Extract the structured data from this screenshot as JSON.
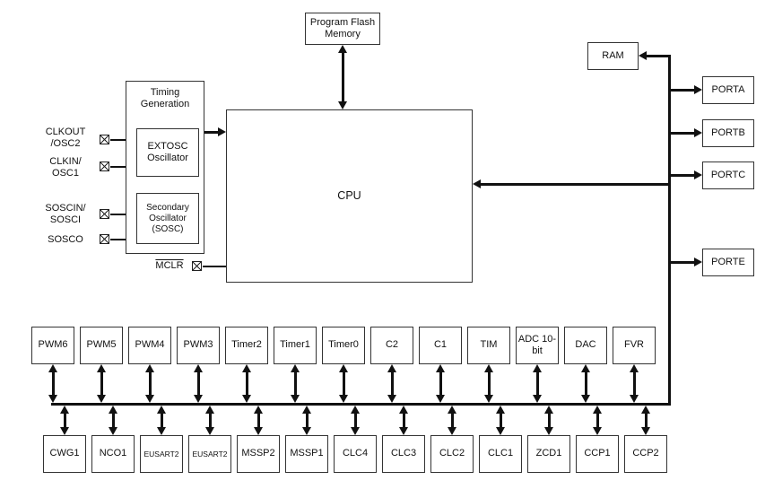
{
  "blocks": {
    "flash": "Program Flash Memory",
    "ram": "RAM",
    "cpu": "CPU",
    "timing_generation": "Timing Generation",
    "extosc": "EXTOSC Oscillator",
    "secondary_osc": "Secondary Oscillator (SOSC)",
    "mclr": "MCLR"
  },
  "ports": [
    {
      "label": "PORTA"
    },
    {
      "label": "PORTB"
    },
    {
      "label": "PORTC"
    },
    {
      "label": "PORTE"
    }
  ],
  "pin_labels": [
    {
      "label": "CLKOUT /OSC2"
    },
    {
      "label": "CLKIN/ OSC1"
    },
    {
      "label": "SOSCIN/ SOSCI"
    },
    {
      "label": "SOSCO"
    }
  ],
  "peripheral_row": [
    {
      "label": "PWM6"
    },
    {
      "label": "PWM5"
    },
    {
      "label": "PWM4"
    },
    {
      "label": "PWM3"
    },
    {
      "label": "Timer2"
    },
    {
      "label": "Timer1"
    },
    {
      "label": "Timer0"
    },
    {
      "label": "C2"
    },
    {
      "label": "C1"
    },
    {
      "label": "TIM"
    },
    {
      "label": "ADC 10-bit"
    },
    {
      "label": "DAC"
    },
    {
      "label": "FVR"
    }
  ],
  "bottom_row": [
    {
      "label": "CWG1"
    },
    {
      "label": "NCO1"
    },
    {
      "label": "EUSART2"
    },
    {
      "label": "EUSART2"
    },
    {
      "label": "MSSP2"
    },
    {
      "label": "MSSP1"
    },
    {
      "label": "CLC4"
    },
    {
      "label": "CLC3"
    },
    {
      "label": "CLC2"
    },
    {
      "label": "CLC1"
    },
    {
      "label": "ZCD1"
    },
    {
      "label": "CCP1"
    },
    {
      "label": "CCP2"
    }
  ]
}
